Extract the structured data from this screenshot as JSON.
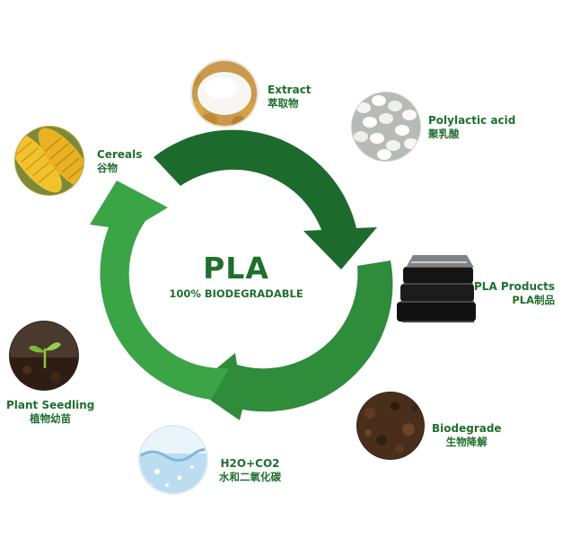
{
  "center": {
    "title": "PLA",
    "subtitle": "100% BIODEGRADABLE"
  },
  "colors": {
    "arrow_light": "#3aa447",
    "arrow_mid": "#2e8c3b",
    "arrow_dark": "#1d6b2c",
    "text": "#1f6f2d"
  },
  "nodes": [
    {
      "id": "extract",
      "en": "Extract",
      "zh": "萃取物",
      "icon": "starch-powder-icon"
    },
    {
      "id": "polylactic",
      "en": "Polylactic acid",
      "zh": "聚乳酸",
      "icon": "pla-pellets-icon"
    },
    {
      "id": "products",
      "en": "PLA Products",
      "zh": "PLA制品",
      "icon": "food-container-icon"
    },
    {
      "id": "biodegrade",
      "en": "Biodegrade",
      "zh": "生物降解",
      "icon": "soil-icon"
    },
    {
      "id": "h2o",
      "en": "H2O+CO2",
      "zh": "水和二氧化碳",
      "icon": "water-icon"
    },
    {
      "id": "seedling",
      "en": "Plant Seedling",
      "zh": "植物幼苗",
      "icon": "seedling-icon"
    },
    {
      "id": "cereals",
      "en": "Cereals",
      "zh": "谷物",
      "icon": "corn-icon"
    }
  ]
}
